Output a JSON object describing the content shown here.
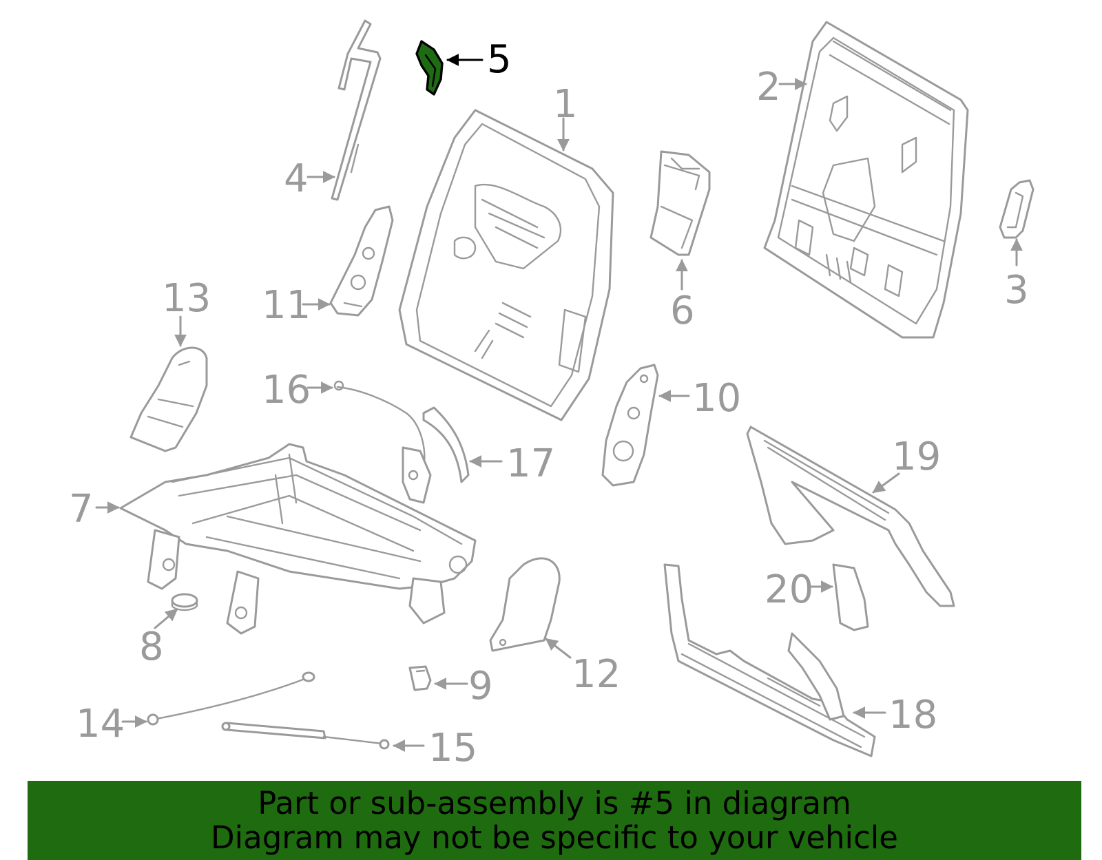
{
  "diagram": {
    "highlight_color": "#1e6b14",
    "line_color": "#9a9a9a",
    "callouts": [
      {
        "id": "1",
        "label": "1"
      },
      {
        "id": "2",
        "label": "2"
      },
      {
        "id": "3",
        "label": "3"
      },
      {
        "id": "4",
        "label": "4"
      },
      {
        "id": "5",
        "label": "5",
        "highlighted": true
      },
      {
        "id": "6",
        "label": "6"
      },
      {
        "id": "7",
        "label": "7"
      },
      {
        "id": "8",
        "label": "8"
      },
      {
        "id": "9",
        "label": "9"
      },
      {
        "id": "10",
        "label": "10"
      },
      {
        "id": "11",
        "label": "11"
      },
      {
        "id": "12",
        "label": "12"
      },
      {
        "id": "13",
        "label": "13"
      },
      {
        "id": "14",
        "label": "14"
      },
      {
        "id": "15",
        "label": "15"
      },
      {
        "id": "16",
        "label": "16"
      },
      {
        "id": "17",
        "label": "17"
      },
      {
        "id": "18",
        "label": "18"
      },
      {
        "id": "19",
        "label": "19"
      },
      {
        "id": "20",
        "label": "20"
      }
    ]
  },
  "banner": {
    "line1": "Part or sub-assembly is #5 in diagram",
    "line2": "Diagram may not be specific to your vehicle",
    "background": "#1f6b10"
  }
}
